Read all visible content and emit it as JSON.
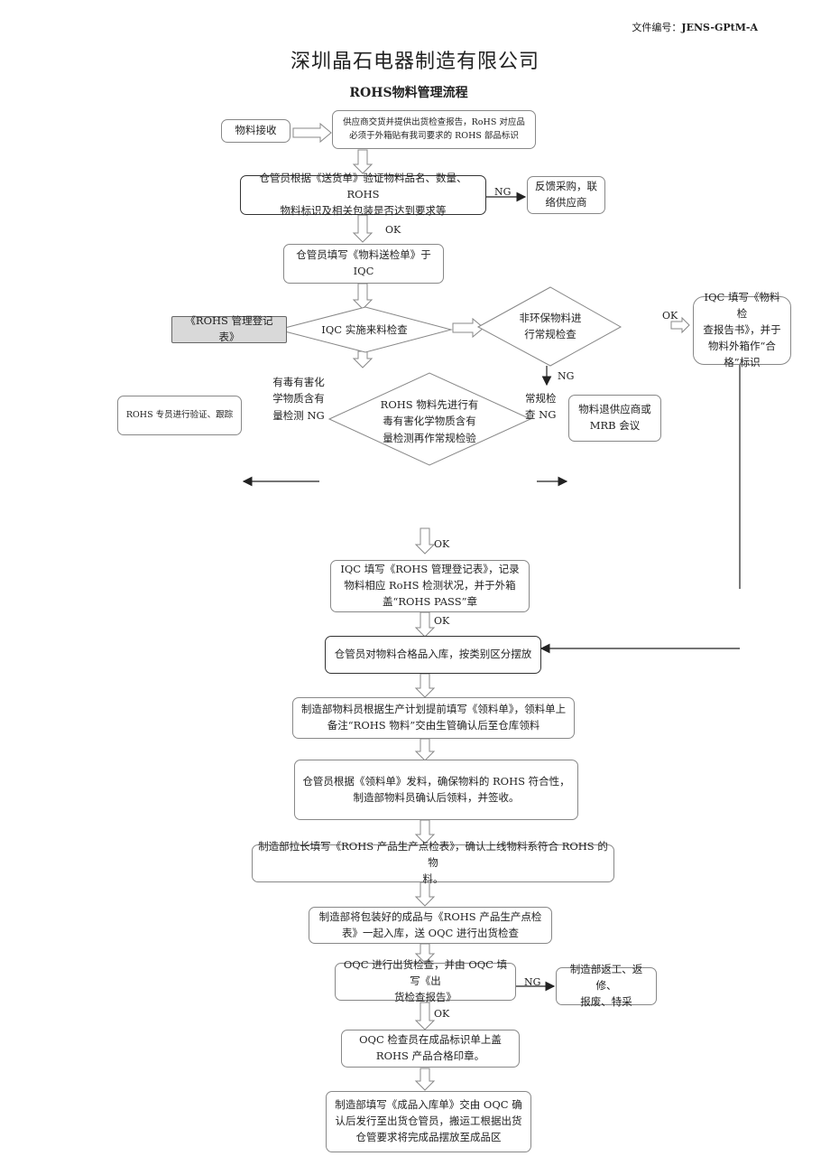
{
  "header": {
    "doc_no_label": "文件编号：",
    "doc_no_value": "JENS-GPtM-A",
    "company": "深圳晶石电器制造有限公司",
    "title": "ROHS物料管理流程"
  },
  "nodes": {
    "receive": "物料接收",
    "supplier_note": "供应商交货并提供出货检查报告，RoHS 对应品\n必须于外箱贴有我司要求的 ROHS 部品标识",
    "verify": "仓管员根据《送货单》验证物料品名、数量、ROHS\n物料标识及相关包装是否达到要求等",
    "feedback": "反馈采购，联\n络供应商",
    "send_iqc": "仓管员填写《物料送检单》于\nIQC",
    "register_form": "《ROHS 管理登记表》",
    "iqc_inspect": "IQC 实施来料检查",
    "non_env": "非环保物料进\n行常规检查",
    "iqc_report": "IQC 填写《物料检\n查报告书》，并于\n物料外箱作“合\n格”标识",
    "toxic_ng": "有毒有害化\n学物质含有\n量检测 NG",
    "rohs_track": "ROHS 专员进行验证、跟踪",
    "rohs_first": "ROHS 物料先进行有\n毒有害化学物质含有\n量检测再作常规检验",
    "regular_ng": "常规检\n查 NG",
    "return_mrb": "物料退供应商或\nMRB 会议",
    "iqc_fill": "IQC 填写《ROHS 管理登记表》，记录\n物料相应 RoHS 检测状况，并于外箱\n盖“ROHS PASS”章",
    "store": "仓管员对物料合格品入库，按类别区分摆放",
    "requisition": "制造部物料员根据生产计划提前填写《领料单》，领料单上\n备注“ROHS 物料”交由生管确认后至仓库领料",
    "issue": "仓管员根据《领料单》发料，确保物料的 ROHS 符合性，\n制造部物料员确认后领料，并签收。",
    "line_check": "制造部拉长填写《ROHS 产品生产点检表》，确认上线物料系符合 ROHS 的物\n料。",
    "pack": "制造部将包装好的成品与《ROHS 产品生产点检\n表》一起入库，送 OQC 进行出货检查",
    "oqc_inspect": "OQC 进行出货检查，并由 OQC 填写《出\n货检查报告》",
    "rework": "制造部返工、返修、\n报废、特采",
    "oqc_stamp": "OQC 检查员在成品标识单上盖\nROHS 产品合格印章。",
    "finish": "制造部填写《成品入库单》交由 OQC 确\n认后发行至出货仓管员，搬运工根据出货\n仓管要求将完成品摆放至成品区"
  },
  "labels": {
    "ng_feedback": "NG",
    "ok_after_verify": "OK",
    "ok_iqc_report": "OK",
    "ng_regular": "NG",
    "ok_iqc_fill": "OK",
    "ok_store": "OK",
    "ng_oqc": "NG",
    "ok_oqc": "OK"
  }
}
